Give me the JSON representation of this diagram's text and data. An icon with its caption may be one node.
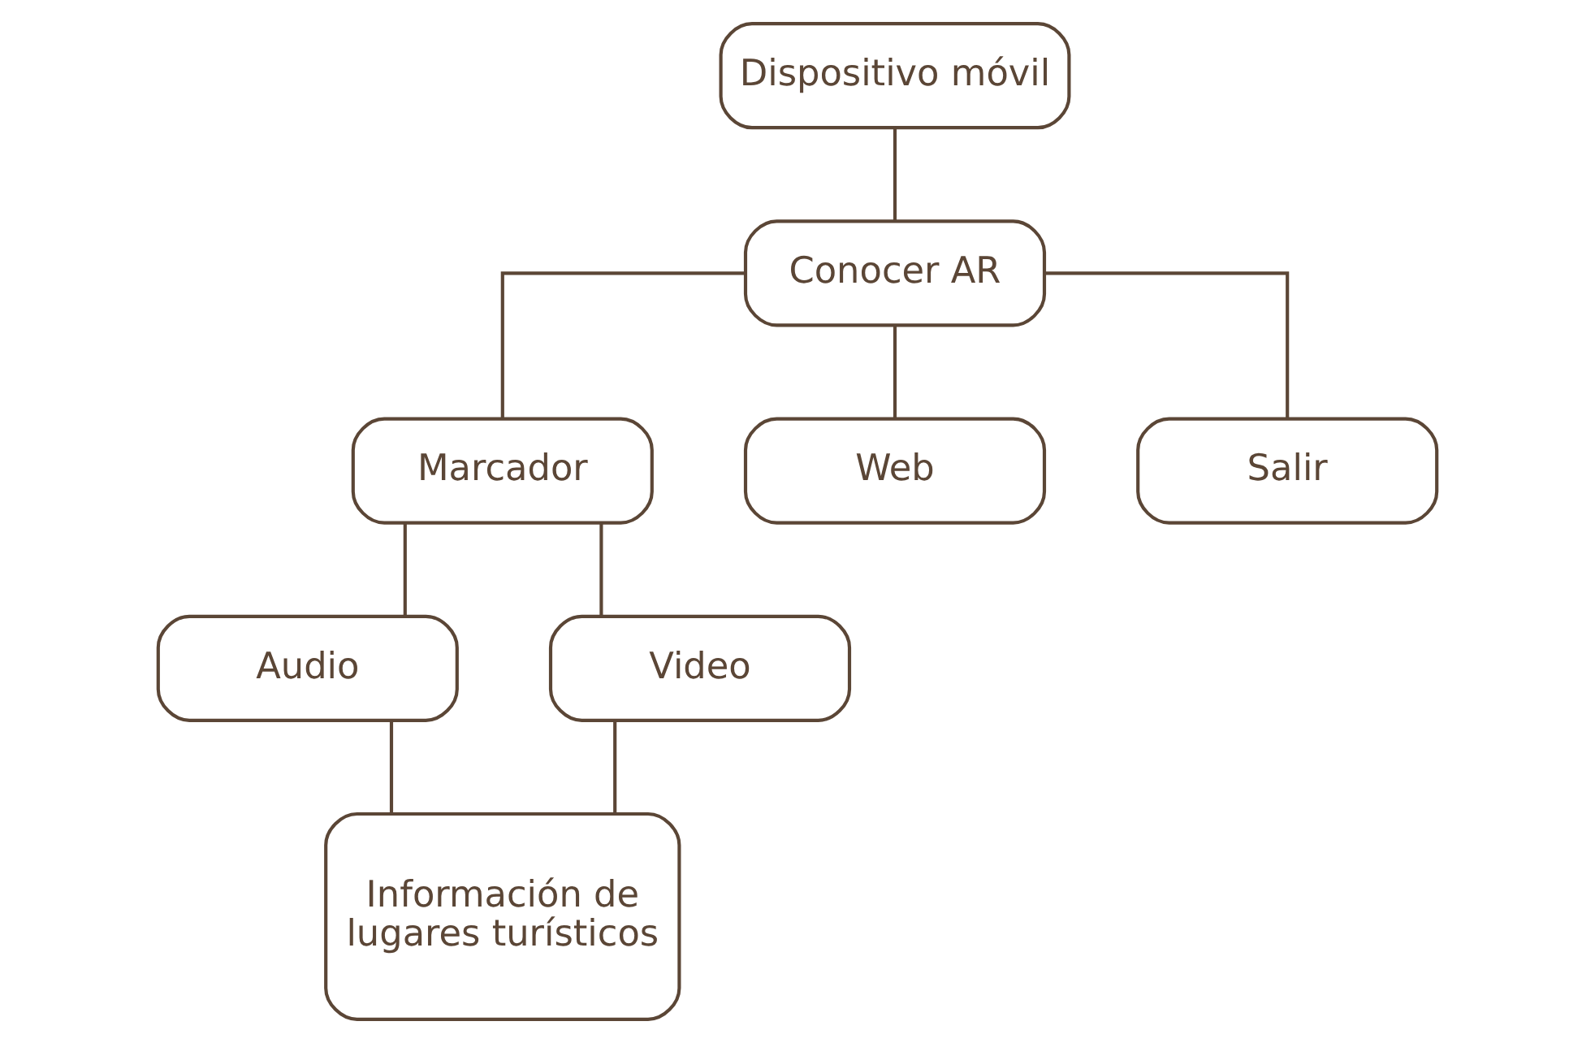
{
  "diagram": {
    "nodes": [
      {
        "text": [
          "Dispositivo móvil"
        ]
      },
      {
        "text": [
          "Conocer AR"
        ]
      },
      {
        "text": [
          "Marcador"
        ]
      },
      {
        "text": [
          "Web"
        ]
      },
      {
        "text": [
          "Salir"
        ]
      },
      {
        "text": [
          "Audio"
        ]
      },
      {
        "text": [
          "Video"
        ]
      },
      {
        "text": [
          "Información de lugares turísticos"
        ]
      }
    ],
    "edges": [
      {
        "from": 0,
        "to": 1,
        "arrow": "none"
      },
      {
        "from": 1,
        "to": 2,
        "arrow": "none"
      },
      {
        "from": 1,
        "to": 3,
        "arrow": "none"
      },
      {
        "from": 1,
        "to": 4,
        "arrow": "none"
      },
      {
        "from": 2,
        "to": 5,
        "arrow": "none"
      },
      {
        "from": 2,
        "to": 6,
        "arrow": "none"
      },
      {
        "from": 5,
        "to": 7,
        "arrow": "none"
      },
      {
        "from": 6,
        "to": 7,
        "arrow": "none"
      }
    ]
  }
}
